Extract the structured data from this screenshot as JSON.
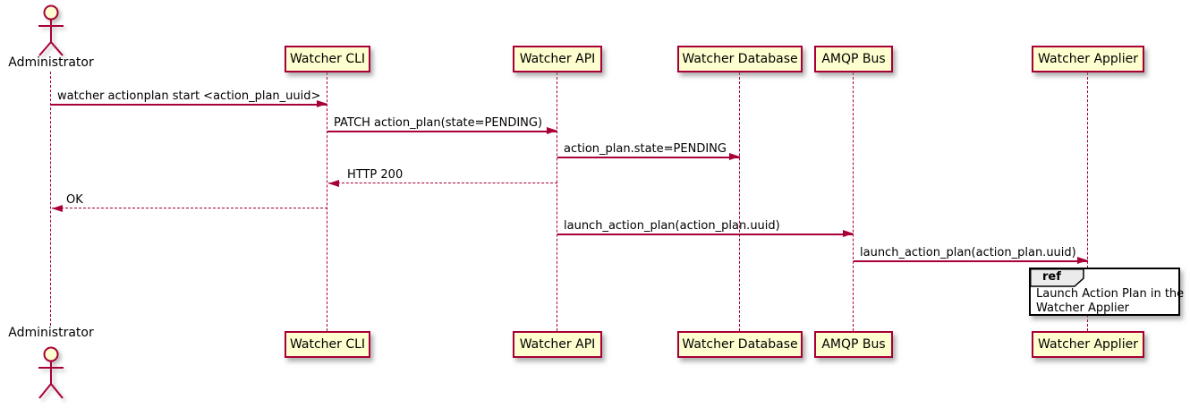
{
  "diagram": {
    "type": "plantuml-sequence",
    "actor": {
      "label": "Administrator"
    },
    "participants": [
      {
        "label": "Watcher CLI"
      },
      {
        "label": "Watcher API"
      },
      {
        "label": "Watcher Database"
      },
      {
        "label": "AMQP Bus"
      },
      {
        "label": "Watcher Applier"
      }
    ],
    "messages": [
      {
        "from": "Administrator",
        "to": "Watcher CLI",
        "text": "watcher actionplan start <action_plan_uuid>",
        "line_style": "solid",
        "direction": "right"
      },
      {
        "from": "Watcher CLI",
        "to": "Watcher API",
        "text": "PATCH action_plan(state=PENDING)",
        "line_style": "solid",
        "direction": "right"
      },
      {
        "from": "Watcher API",
        "to": "Watcher Database",
        "text": "action_plan.state=PENDING",
        "line_style": "solid",
        "direction": "right"
      },
      {
        "from": "Watcher API",
        "to": "Watcher CLI",
        "text": "HTTP 200",
        "line_style": "dashed",
        "direction": "left"
      },
      {
        "from": "Watcher CLI",
        "to": "Administrator",
        "text": "OK",
        "line_style": "dashed",
        "direction": "left"
      },
      {
        "from": "Watcher API",
        "to": "AMQP Bus",
        "text": "launch_action_plan(action_plan.uuid)",
        "line_style": "solid",
        "direction": "right"
      },
      {
        "from": "AMQP Bus",
        "to": "Watcher Applier",
        "text": "launch_action_plan(action_plan.uuid)",
        "line_style": "solid",
        "direction": "right"
      }
    ],
    "ref_fragment": {
      "keyword": "ref",
      "over": "Watcher Applier",
      "lines": [
        "Launch Action Plan in the",
        "Watcher Applier"
      ]
    },
    "colors": {
      "participant_fill": "#FEFECE",
      "participant_border": "#A80036",
      "lifeline": "#A80036",
      "arrow": "#A80036",
      "text": "#000000",
      "ref_border": "#000000",
      "ref_header_fill": "#EBEBEB",
      "ref_fill": "#FFFFFF"
    }
  }
}
